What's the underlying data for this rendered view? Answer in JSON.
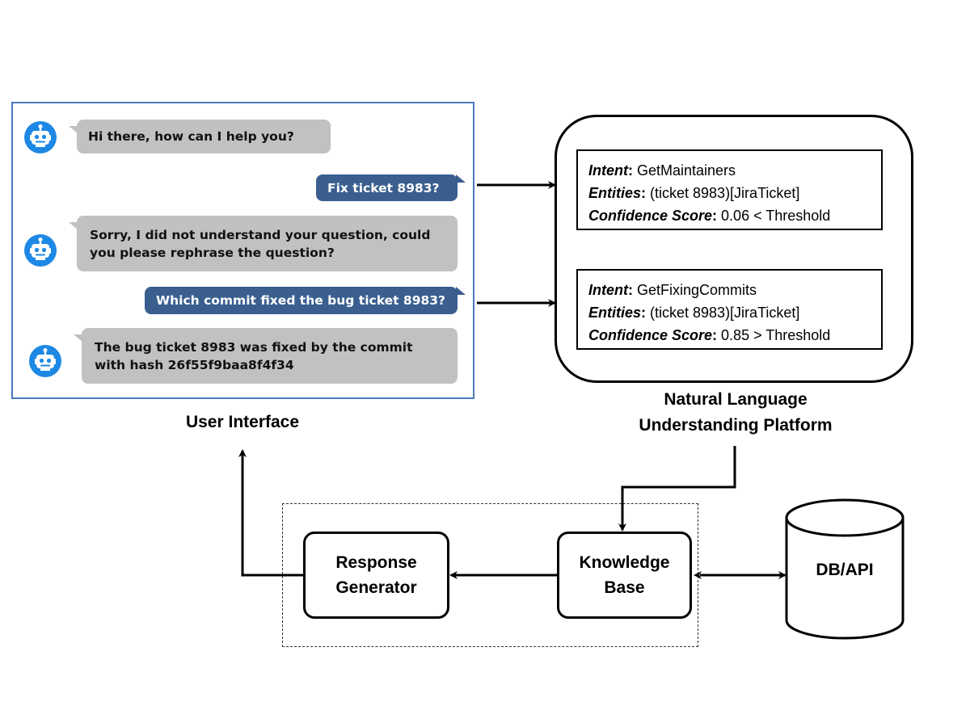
{
  "user_interface": {
    "label": "User Interface",
    "messages": [
      {
        "sender": "bot",
        "text": "Hi there, how can I help you?"
      },
      {
        "sender": "user",
        "text": "Fix ticket 8983?"
      },
      {
        "sender": "bot",
        "text": "Sorry, I did not understand your question, could you please rephrase the question?"
      },
      {
        "sender": "user",
        "text": "Which commit fixed the bug ticket 8983?"
      },
      {
        "sender": "bot",
        "text": "The bug ticket 8983 was fixed by the commit with hash 26f55f9baa8f4f34"
      }
    ]
  },
  "nlu_platform": {
    "label": "Natural Language Understanding Platform",
    "results": [
      {
        "intent_key": "Intent",
        "intent_value": "GetMaintainers",
        "entities_key": "Entities",
        "entities_value": "(ticket 8983)[JiraTicket]",
        "confidence_key": "Confidence Score",
        "confidence_value": "0.06 < Threshold"
      },
      {
        "intent_key": "Intent",
        "intent_value": "GetFixingCommits",
        "entities_key": "Entities",
        "entities_value": "(ticket 8983)[JiraTicket]",
        "confidence_key": "Confidence Score",
        "confidence_value": "0.85 > Threshold"
      }
    ]
  },
  "modules": {
    "response_generator": "Response Generator",
    "knowledge_base": "Knowledge Base",
    "db_api": "DB/API"
  },
  "colors": {
    "ui_border": "#4a7ab8",
    "bot_bubble": "#c1c1c1",
    "user_bubble": "#3a5f8f",
    "bot_avatar": "#1e88e5"
  },
  "icons": {
    "bot_avatar": "robot-icon"
  }
}
